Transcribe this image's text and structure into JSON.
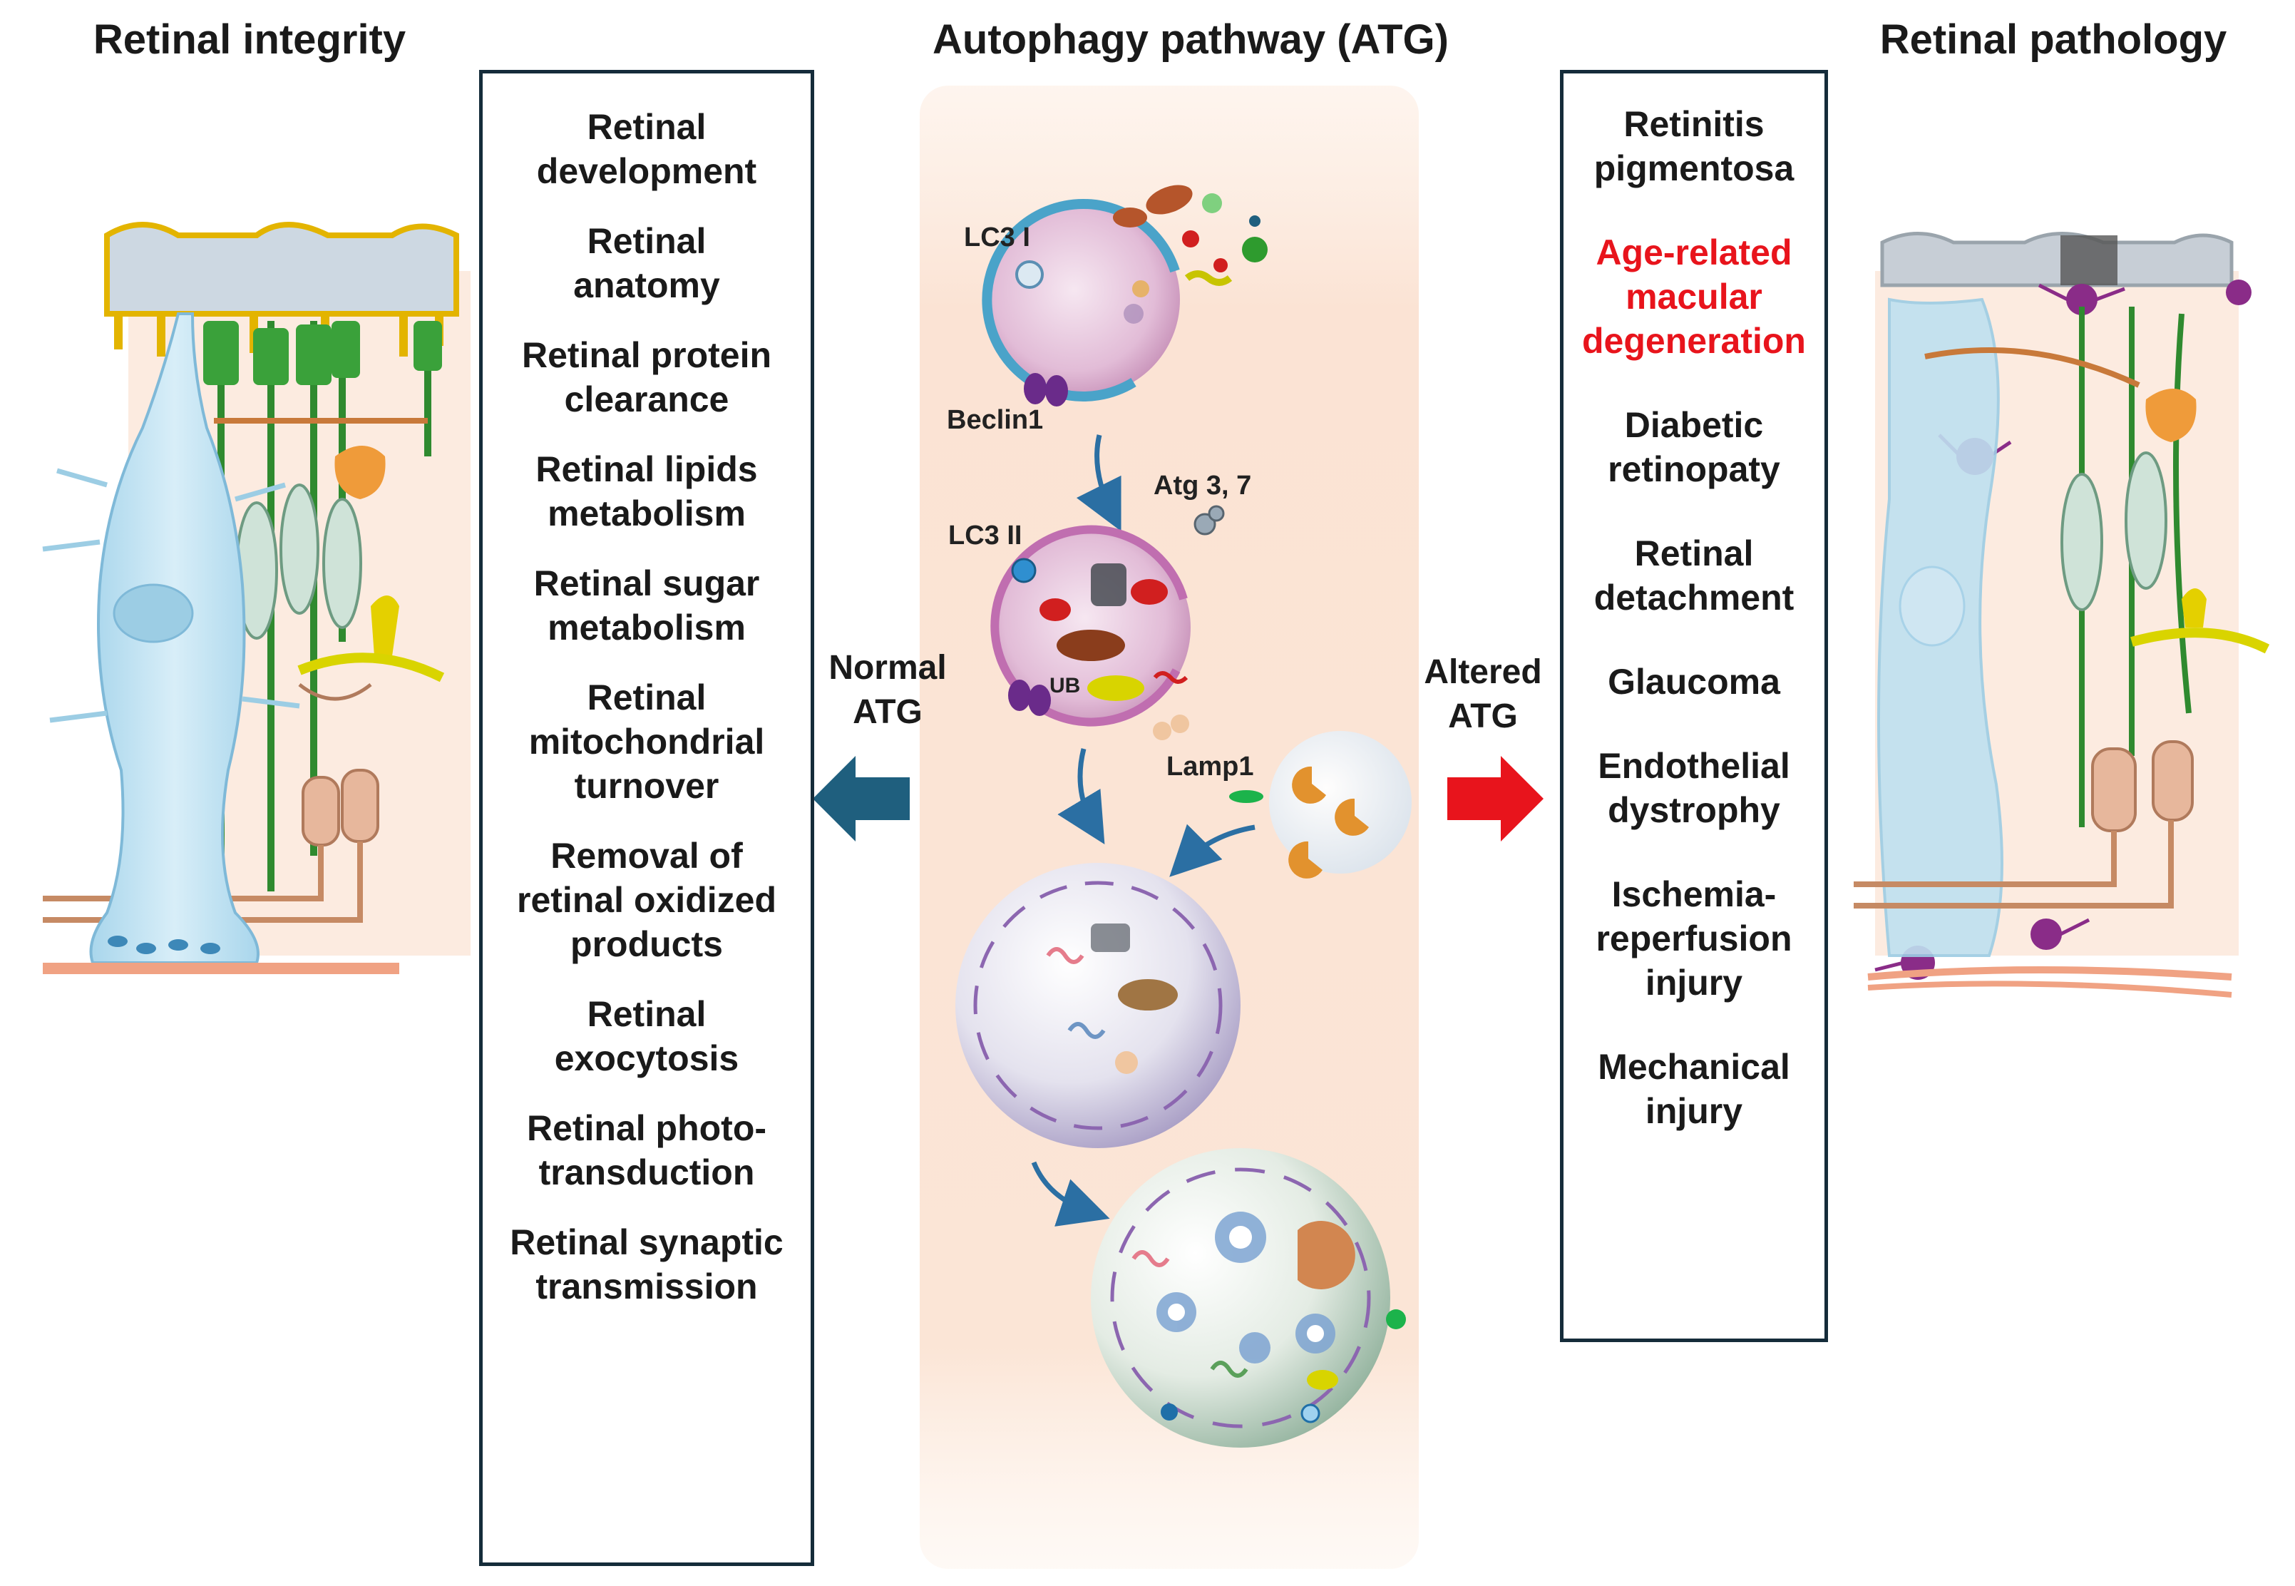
{
  "headings": {
    "left": "Retinal integrity",
    "center": "Autophagy pathway (ATG)",
    "right": "Retinal pathology"
  },
  "left_box": {
    "items": [
      "Retinal\ndevelopment",
      "Retinal\nanatomy",
      "Retinal protein\nclearance",
      "Retinal lipids\nmetabolism",
      "Retinal sugar\nmetabolism",
      "Retinal\nmitochondrial\nturnover",
      "Removal of\nretinal oxidized\nproducts",
      "Retinal\nexocytosis",
      "Retinal photo-\ntransduction",
      "Retinal synaptic\ntransmission"
    ]
  },
  "right_box": {
    "items": [
      {
        "text": "Retinitis\npigmentosa",
        "color": "#1a1a1a"
      },
      {
        "text": "Age-related\nmacular\ndegeneration",
        "color": "#e8141c"
      },
      {
        "text": "Diabetic\nretinopaty",
        "color": "#1a1a1a"
      },
      {
        "text": "Retinal\ndetachment",
        "color": "#1a1a1a"
      },
      {
        "text": "Glaucoma",
        "color": "#1a1a1a"
      },
      {
        "text": "Endothelial\ndystrophy",
        "color": "#1a1a1a"
      },
      {
        "text": "Ischemia-\nreperfusion\ninjury",
        "color": "#1a1a1a"
      },
      {
        "text": "Mechanical\ninjury",
        "color": "#1a1a1a"
      }
    ]
  },
  "arrows": {
    "normal_label": "Normal\nATG",
    "altered_label": "Altered\nATG",
    "normal_color": "#1f5f7e",
    "altered_color": "#e8141c"
  },
  "molecules": {
    "lc3_1": "LC3 I",
    "beclin1": "Beclin1",
    "atg": "Atg 3, 7",
    "lc3_2": "LC3 II",
    "lamp1": "Lamp1",
    "ub": "UB"
  },
  "colors": {
    "box_border": "#152c3a",
    "pathway_band": "#fbe5d6",
    "muller_cell": "#bfe0f0",
    "phagophore": "#4aa3c9",
    "flow_arrow": "#2b6fa3"
  }
}
